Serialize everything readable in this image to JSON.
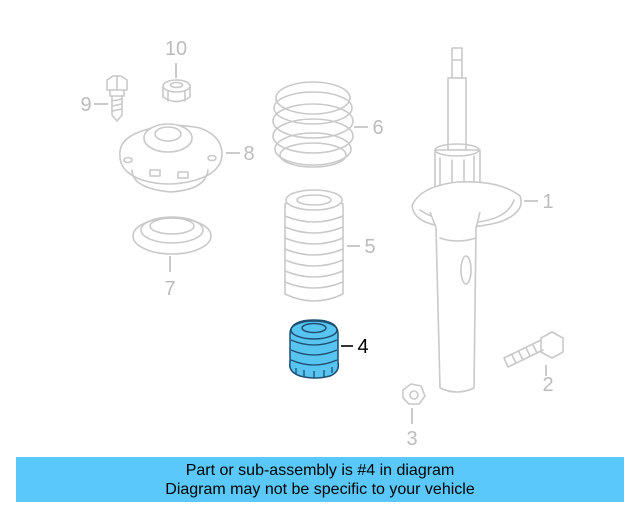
{
  "callouts": {
    "c1": "1",
    "c2": "2",
    "c3": "3",
    "c4": "4",
    "c5": "5",
    "c6": "6",
    "c7": "7",
    "c8": "8",
    "c9": "9",
    "c10": "10"
  },
  "highlight": {
    "part_number": "4",
    "color": "#58c5f0"
  },
  "banner": {
    "line1": "Part or sub-assembly is #4 in diagram",
    "line2": "Diagram may not be specific to your vehicle",
    "background": "#5ac8fa"
  }
}
